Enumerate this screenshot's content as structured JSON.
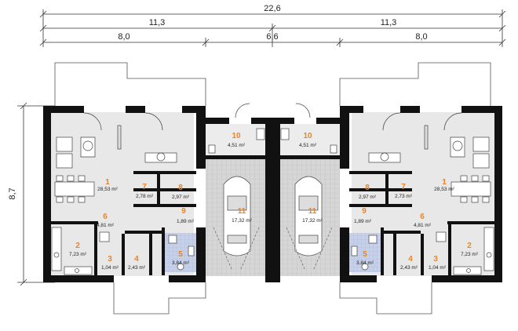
{
  "dimensions": {
    "overall": "22,6",
    "half_left": "11,3",
    "half_right": "11,3",
    "seg_left": "8,0",
    "seg_mid": "6,6",
    "seg_right": "8,0",
    "depth": "8,7"
  },
  "rooms_left": [
    {
      "num": "1",
      "area": "28,53 m²"
    },
    {
      "num": "2",
      "area": "7,23 m²"
    },
    {
      "num": "3",
      "area": "1,04 m²"
    },
    {
      "num": "4",
      "area": "2,43 m²"
    },
    {
      "num": "5",
      "area": "3,84 m²"
    },
    {
      "num": "6",
      "area": "4,81 m²"
    },
    {
      "num": "7",
      "area": "2,78 m²"
    },
    {
      "num": "8",
      "area": "2,97 m²"
    },
    {
      "num": "9",
      "area": "1,89 m²"
    },
    {
      "num": "10",
      "area": "4,51 m²"
    },
    {
      "num": "11",
      "area": "17,32 m²"
    }
  ],
  "rooms_right": [
    {
      "num": "1",
      "area": "28,53 m²"
    },
    {
      "num": "2",
      "area": "7,23 m²"
    },
    {
      "num": "3",
      "area": "1,04 m²"
    },
    {
      "num": "4",
      "area": "2,43 m²"
    },
    {
      "num": "5",
      "area": "3,84 m²"
    },
    {
      "num": "6",
      "area": "4,81 m²"
    },
    {
      "num": "7",
      "area": "2,73 m²"
    },
    {
      "num": "8",
      "area": "2,97 m²"
    },
    {
      "num": "9",
      "area": "1,89 m²"
    },
    {
      "num": "10",
      "area": "4,51 m²"
    },
    {
      "num": "11",
      "area": "17,32 m²"
    }
  ],
  "colors": {
    "wall": "#111111",
    "floor": "#e6e6e6",
    "garage": "#d9d9d9",
    "bath": "#c9d3ea",
    "accent": "#e8852a"
  }
}
